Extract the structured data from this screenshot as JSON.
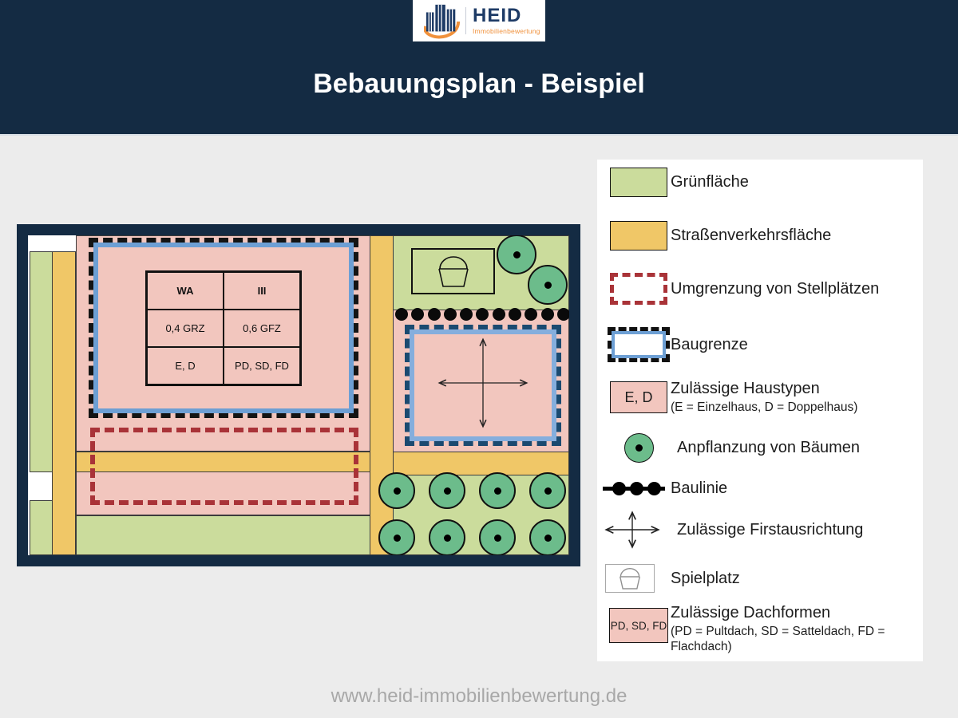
{
  "header": {
    "title": "Bebauungsplan - Beispiel",
    "logo": {
      "name": "HEID",
      "subtitle": "Immobilienbewertung"
    }
  },
  "footer": {
    "url": "www.heid-immobilienbewertung.de"
  },
  "plan": {
    "table": {
      "rows": [
        [
          "WA",
          "III"
        ],
        [
          "0,4 GRZ",
          "0,6 GFZ"
        ],
        [
          "E, D",
          "PD, SD, FD"
        ]
      ]
    }
  },
  "legend": {
    "items": [
      {
        "icon": "green-area-swatch",
        "label": "Grünfläche"
      },
      {
        "icon": "street-area-swatch",
        "label": "Straßenverkehrsfläche"
      },
      {
        "icon": "parking-boundary-dashed-rect",
        "label": "Umgrenzung von Stellplätzen"
      },
      {
        "icon": "baugrenze-rect",
        "label": "Baugrenze"
      },
      {
        "icon": "housetype-swatch",
        "swatch_text": "E, D",
        "label": "Zulässige Haustypen",
        "sub": "(E = Einzelhaus, D = Doppelhaus)"
      },
      {
        "icon": "tree-icon",
        "label": "Anpflanzung von Bäumen"
      },
      {
        "icon": "bauline-icon",
        "label": "Baulinie"
      },
      {
        "icon": "ridge-direction-cross-icon",
        "label": "Zulässige Firstausrichtung"
      },
      {
        "icon": "playground-icon",
        "label": "Spielplatz"
      },
      {
        "icon": "roofform-swatch",
        "swatch_text": "PD, SD, FD",
        "label": "Zulässige Dachformen",
        "sub": "(PD = Pultdach, SD = Satteldach, FD = Flachdach)"
      }
    ]
  },
  "colors": {
    "header_navy": "#142b43",
    "page_background": "#ececec",
    "green_area": "#cbdc9c",
    "street_orange": "#f0c767",
    "building_pink": "#f2c6be",
    "tree_green": "#6cbc8b",
    "parking_red": "#a93338",
    "baugrenze_blue": "#6d9fd4",
    "baugrenze_lightblue": "#85aedd",
    "baugrenze_darkdash": "#1b4a70",
    "brand_navy": "#1e3b66",
    "brand_orange": "#f0913c",
    "footer_gray": "#a8a8a8"
  }
}
